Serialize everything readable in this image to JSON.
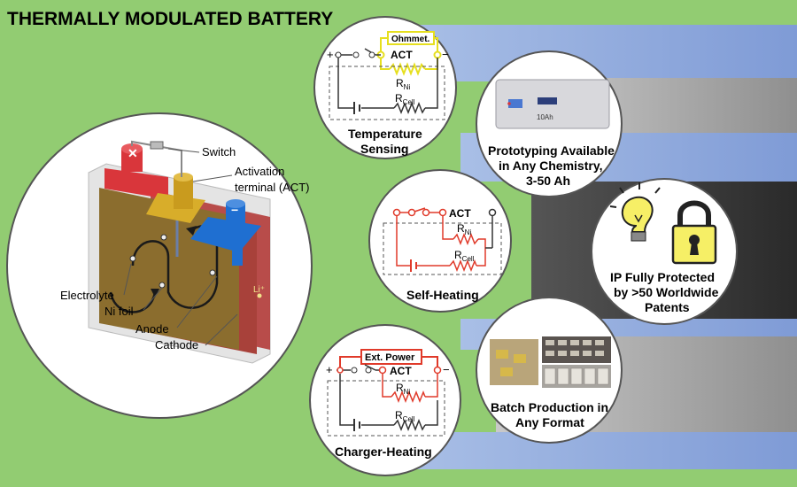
{
  "title": "THERMALLY MODULATED BATTERY",
  "colors": {
    "background": "#92cc72",
    "band_blue": "#8ea9dc",
    "band_gray": "#9a9a9a",
    "band_dark": "#333333",
    "circuit_yellow": "#e6df1f",
    "circuit_red": "#e03a2a",
    "anode": "#8b6d2e",
    "cathode": "#b23b38",
    "red_terminal": "#d9363b",
    "gold_terminal": "#c99b1e",
    "blue_terminal": "#1f6fd1"
  },
  "battery": {
    "labels": {
      "switch": "Switch",
      "act_line1": "Activation",
      "act_line2": "terminal (ACT)",
      "electrolyte": "Electrolyte",
      "ni_foil": "Ni foil",
      "anode": "Anode",
      "cathode": "Cathode",
      "li_ion": "Li⁺",
      "minus": "−"
    },
    "icons": [
      "x-cross-icon",
      "minus-icon"
    ]
  },
  "circuits": {
    "temperature": {
      "caption_line1": "Temperature",
      "caption_line2": "Sensing",
      "meter": "Ohmmet.",
      "act": "ACT",
      "r_ni": "R",
      "r_ni_sub": "Ni",
      "r_cell": "R",
      "r_cell_sub": "Cell",
      "plus": "+",
      "minus": "−"
    },
    "self_heating": {
      "caption": "Self-Heating",
      "act": "ACT",
      "r_ni": "R",
      "r_ni_sub": "Ni",
      "r_cell": "R",
      "r_cell_sub": "Cell"
    },
    "charger": {
      "caption": "Charger-Heating",
      "power": "Ext. Power",
      "act": "ACT",
      "r_ni": "R",
      "r_ni_sub": "Ni",
      "r_cell": "R",
      "r_cell_sub": "Cell",
      "plus": "+",
      "minus": "−"
    }
  },
  "cards": {
    "prototyping": {
      "line1": "Prototyping Available",
      "line2": "in Any Chemistry,",
      "line3": "3-50 Ah",
      "cell_label": "10Ah"
    },
    "ip": {
      "line1": "IP Fully Protected",
      "line2": "by >50 Worldwide",
      "line3": "Patents",
      "icons": [
        "lightbulb-icon",
        "padlock-icon"
      ]
    },
    "batch": {
      "line1": "Batch Production in",
      "line2": "Any Format"
    }
  }
}
